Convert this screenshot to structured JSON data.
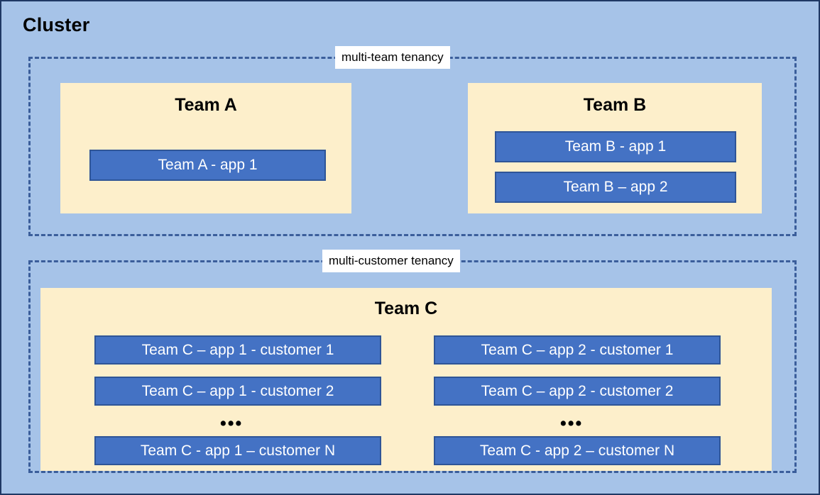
{
  "diagram": {
    "title": "Cluster",
    "tenancies": [
      {
        "id": "multi-team",
        "label": "multi-team tenancy"
      },
      {
        "id": "multi-customer",
        "label": "multi-customer tenancy"
      }
    ],
    "teams": [
      {
        "id": "team-a",
        "name": "Team A",
        "apps": [
          {
            "label": "Team A - app 1"
          }
        ]
      },
      {
        "id": "team-b",
        "name": "Team B",
        "apps": [
          {
            "label": "Team B - app 1"
          },
          {
            "label": "Team B – app 2"
          }
        ]
      },
      {
        "id": "team-c",
        "name": "Team C",
        "columns": [
          {
            "id": "app-1",
            "apps": [
              {
                "label": "Team C – app 1 - customer 1"
              },
              {
                "label": "Team C – app 1 - customer 2"
              },
              {
                "label": "Team C - app 1 – customer N"
              }
            ],
            "ellipsis": "•••"
          },
          {
            "id": "app-2",
            "apps": [
              {
                "label": "Team C – app 2 - customer 1"
              },
              {
                "label": "Team C – app 2 - customer 2"
              },
              {
                "label": "Team C - app 2 – customer N"
              }
            ],
            "ellipsis": "•••"
          }
        ]
      }
    ],
    "colors": {
      "canvas_background": "#A6C3E8",
      "canvas_border": "#1F3864",
      "tenancy_border": "#3B5E9B",
      "team_panel": "#FDEFCB",
      "app_fill": "#4472C4",
      "app_border": "#2F5597",
      "app_text": "#FFFFFF",
      "label_background": "#FFFFFF",
      "title_text": "#000000"
    }
  }
}
